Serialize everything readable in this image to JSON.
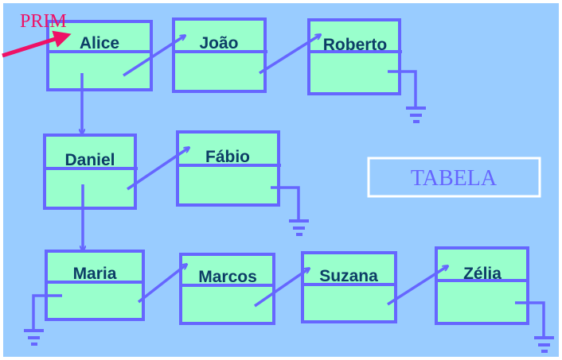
{
  "pointer_label": "PRIM",
  "table_label": "TABELA",
  "nodes": {
    "alice": "Alice",
    "joao": "João",
    "roberto": "Roberto",
    "daniel": "Daniel",
    "fabio": "Fábio",
    "maria": "Maria",
    "marcos": "Marcos",
    "suzana": "Suzana",
    "zelia": "Zélia"
  },
  "colors": {
    "background": "#99ccff",
    "node_fill": "#99ffcc",
    "stroke": "#6666ff",
    "pointer": "#ee1166",
    "text": "#0d3d66"
  }
}
